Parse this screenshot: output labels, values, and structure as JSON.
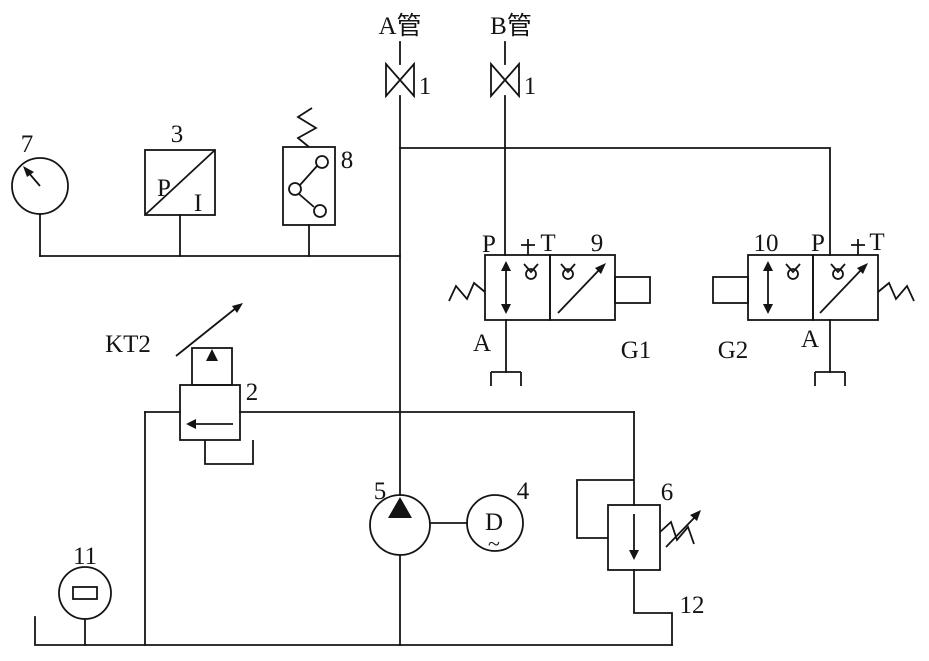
{
  "schematic": {
    "pipe_labels": {
      "a": "A管",
      "b": "B管"
    },
    "components": {
      "shutoff_valve_a": "1",
      "shutoff_valve_b": "1",
      "pressure_gauge_7": "7",
      "pi_transducer_3": "3",
      "pi_transducer_p": "P",
      "pi_transducer_i": "I",
      "pressure_switch_8": "8",
      "prop_valve_tag": "KT2",
      "prop_valve_2": "2",
      "valve9_num": "9",
      "valve9_p": "P",
      "valve9_t": "T",
      "valve9_a": "A",
      "valve9_tag": "G1",
      "valve10_num": "10",
      "valve10_p": "P",
      "valve10_t": "T",
      "valve10_a": "A",
      "valve10_tag": "G2",
      "pump_5": "5",
      "motor_4": "4",
      "motor_letter": "D",
      "motor_wave": "~",
      "relief_6": "6",
      "gauge_11": "11",
      "pipe_12": "12"
    }
  }
}
